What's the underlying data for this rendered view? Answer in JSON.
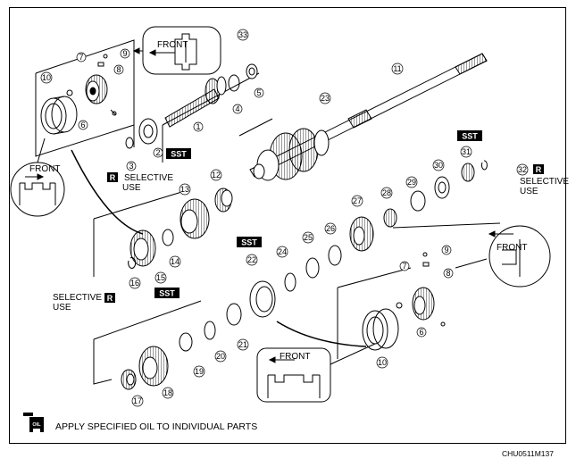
{
  "labels": {
    "front": "FRONT",
    "sst": "SST",
    "r": "R",
    "selective": "SELECTIVE",
    "use": "USE",
    "footer": "APPLY SPECIFIED OIL TO INDIVIDUAL PARTS",
    "oil_icon_text": "OIL",
    "code": "CHU0511M137"
  },
  "part_numbers": {
    "p1": "1",
    "p2": "2",
    "p3": "3",
    "p4": "4",
    "p5": "5",
    "p6": "6",
    "p7": "7",
    "p8": "8",
    "p9": "9",
    "p10": "10",
    "p11": "11",
    "p12": "12",
    "p13": "13",
    "p14": "14",
    "p15": "15",
    "p16": "16",
    "p17": "17",
    "p18": "18",
    "p19": "19",
    "p20": "20",
    "p21": "21",
    "p22": "22",
    "p23": "23",
    "p24": "24",
    "p25": "25",
    "p26": "26",
    "p27": "27",
    "p28": "28",
    "p29": "29",
    "p30": "30",
    "p31": "31",
    "p32": "32",
    "p33": "33"
  },
  "colors": {
    "ink": "#000000",
    "background": "#ffffff",
    "badge": "#000000"
  }
}
